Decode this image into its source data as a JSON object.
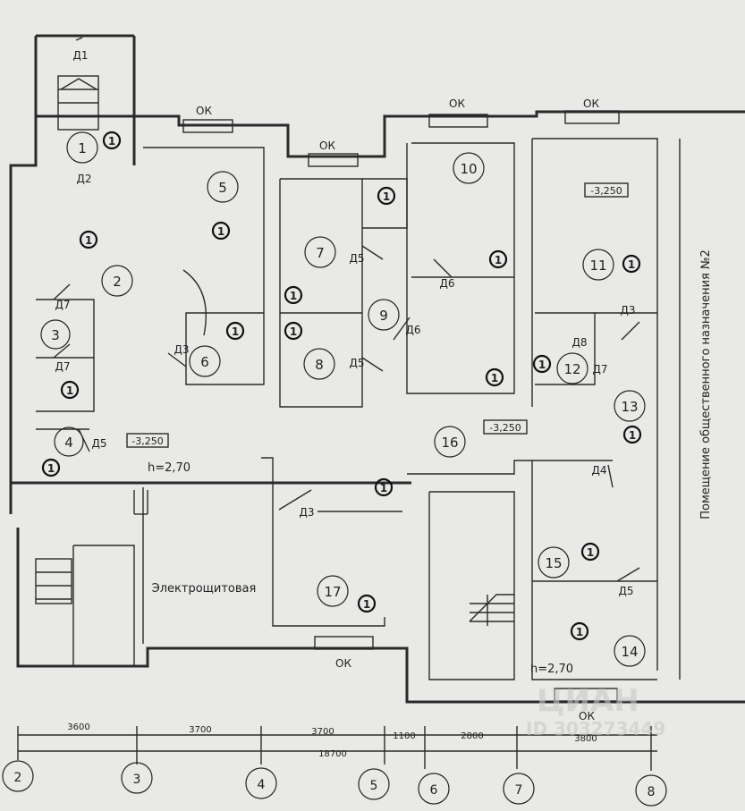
{
  "rooms": [
    "1",
    "2",
    "3",
    "4",
    "5",
    "6",
    "7",
    "8",
    "9",
    "10",
    "11",
    "12",
    "13",
    "14",
    "15",
    "16",
    "17"
  ],
  "windows": [
    "ОК",
    "ОК",
    "ОК",
    "ОК",
    "ОК",
    "ОК"
  ],
  "doors": {
    "d1": "Д1",
    "d2": "Д2",
    "d3a": "Д3",
    "d3b": "Д3",
    "d3c": "Д3",
    "d4": "Д4",
    "d5a": "Д5",
    "d5b": "Д5",
    "d5c": "Д5",
    "d6a": "Д6",
    "d6b": "Д6",
    "d7a": "Д7",
    "d7b": "Д7",
    "d7c": "Д7",
    "d8": "Д8"
  },
  "levels": [
    "-3,250",
    "-3,250",
    "-3,250"
  ],
  "heights": [
    "h=2,70",
    "h=2,70"
  ],
  "room_names": {
    "electrical": "Электрощитовая",
    "public_room": "Помещение общественного назначения №2"
  },
  "dimensions": [
    "3600",
    "3700",
    "3700",
    "1100",
    "2800",
    "3800",
    "18700"
  ],
  "axes": [
    "2",
    "3",
    "4",
    "5",
    "6",
    "7",
    "8"
  ],
  "marker_symbol": "1",
  "watermark": {
    "brand": "ЦИАН",
    "id": "ID 303273449"
  }
}
